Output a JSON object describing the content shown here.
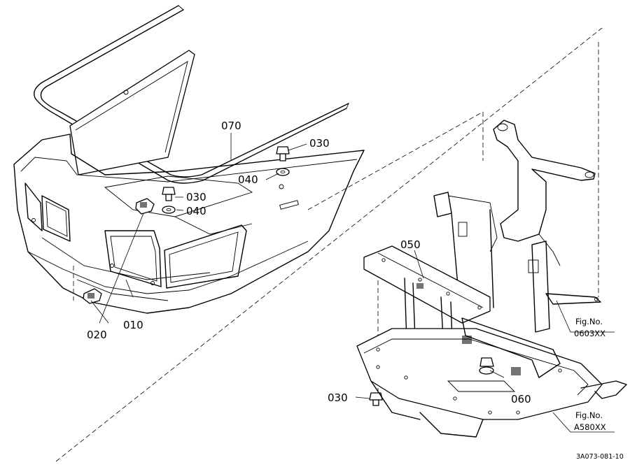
{
  "callouts": {
    "p070": "070",
    "p030_top": "030",
    "p040_top": "040",
    "p030_mid": "030",
    "p040_mid": "040",
    "p050": "050",
    "p010": "010",
    "p020": "020",
    "p060": "060",
    "p030_bottom": "030"
  },
  "figure_refs": [
    {
      "label": "Fig.No.",
      "code": "0603XX"
    },
    {
      "label": "Fig.No.",
      "code": "A580XX"
    }
  ],
  "drawing_number": "3A073-081-10"
}
